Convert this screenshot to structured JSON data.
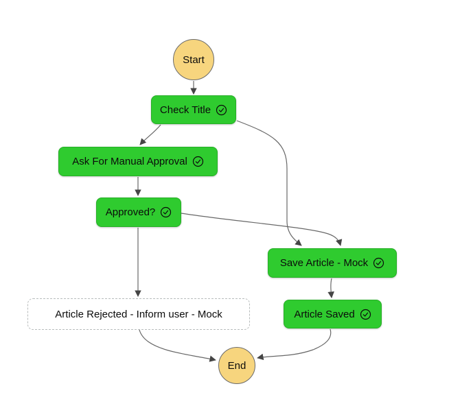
{
  "diagram": {
    "type": "workflow-graph",
    "nodes": {
      "start": {
        "label": "Start",
        "kind": "terminal"
      },
      "check_title": {
        "label": "Check Title",
        "kind": "succeeded-state",
        "icon": "check-circle-icon"
      },
      "ask_approval": {
        "label": "Ask For Manual Approval",
        "kind": "succeeded-state",
        "icon": "check-circle-icon"
      },
      "approved": {
        "label": "Approved?",
        "kind": "succeeded-state",
        "icon": "check-circle-icon"
      },
      "save_article": {
        "label": "Save Article - Mock",
        "kind": "succeeded-state",
        "icon": "check-circle-icon"
      },
      "article_saved": {
        "label": "Article Saved",
        "kind": "succeeded-state",
        "icon": "check-circle-icon"
      },
      "article_rejected": {
        "label": "Article Rejected - Inform user - Mock",
        "kind": "not-executed-state",
        "icon": null
      },
      "end": {
        "label": "End",
        "kind": "terminal"
      }
    },
    "edges": [
      {
        "from": "Start",
        "to": "Check Title"
      },
      {
        "from": "Check Title",
        "to": "Ask For Manual Approval"
      },
      {
        "from": "Check Title",
        "to": "Save Article - Mock"
      },
      {
        "from": "Ask For Manual Approval",
        "to": "Approved?"
      },
      {
        "from": "Approved?",
        "to": "Article Rejected - Inform user - Mock"
      },
      {
        "from": "Approved?",
        "to": "Save Article - Mock"
      },
      {
        "from": "Save Article - Mock",
        "to": "Article Saved"
      },
      {
        "from": "Article Saved",
        "to": "End"
      },
      {
        "from": "Article Rejected - Inform user - Mock",
        "to": "End"
      }
    ],
    "colors": {
      "succeeded_fill": "#2FCB2F",
      "succeeded_border": "#27AE27",
      "terminal_fill": "#F7D57E",
      "terminal_border": "#6A6A6A",
      "not_executed_border": "#B7BBBB",
      "edge_line": "#676767",
      "arrowhead": "#454545",
      "text": "#0B0B0B",
      "background": "#FFFFFF"
    }
  }
}
